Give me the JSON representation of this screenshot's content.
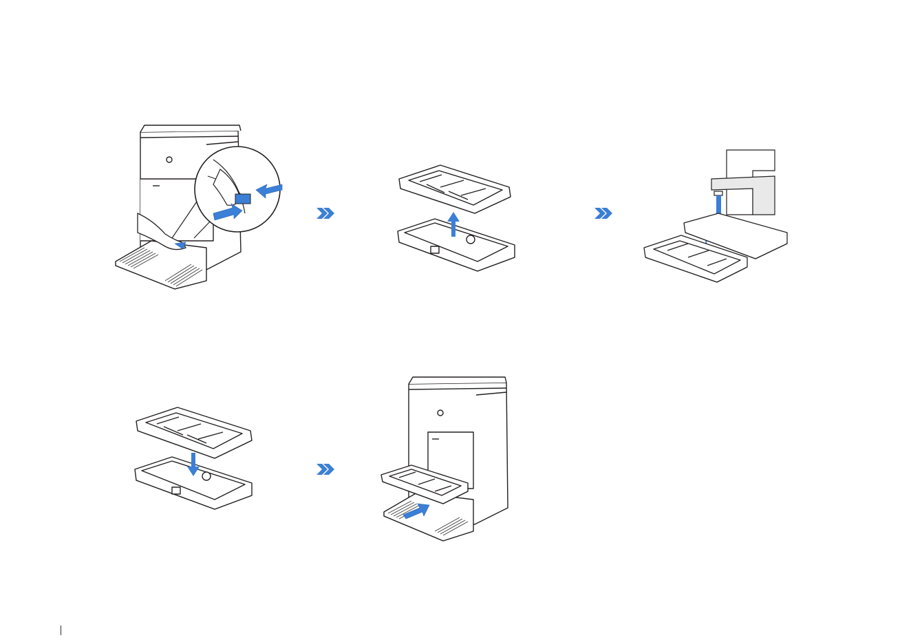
{
  "colors": {
    "line": "#231f20",
    "accent": "#3b7fd6",
    "accent_dark": "#2a63b3",
    "grid": "#3a3a3a",
    "fill": "#ffffff",
    "tap_gray": "#e9e9e9"
  },
  "steps": [
    {
      "id": "release-tray",
      "icons": [
        "hand-icon",
        "press-arrow-icon",
        "magnifier-inset-icon"
      ]
    },
    {
      "id": "lift-tray-apart",
      "icons": [
        "up-arrow-icon"
      ]
    },
    {
      "id": "rinse-under-faucet",
      "icons": [
        "faucet-icon",
        "water-stream-icon"
      ]
    },
    {
      "id": "reassemble-tray",
      "icons": [
        "down-arrow-icon"
      ]
    },
    {
      "id": "reinstall-tray",
      "icons": [
        "push-arrow-icon"
      ]
    }
  ],
  "connectors": [
    "double-chevron-icon",
    "double-chevron-icon",
    "double-chevron-icon"
  ]
}
